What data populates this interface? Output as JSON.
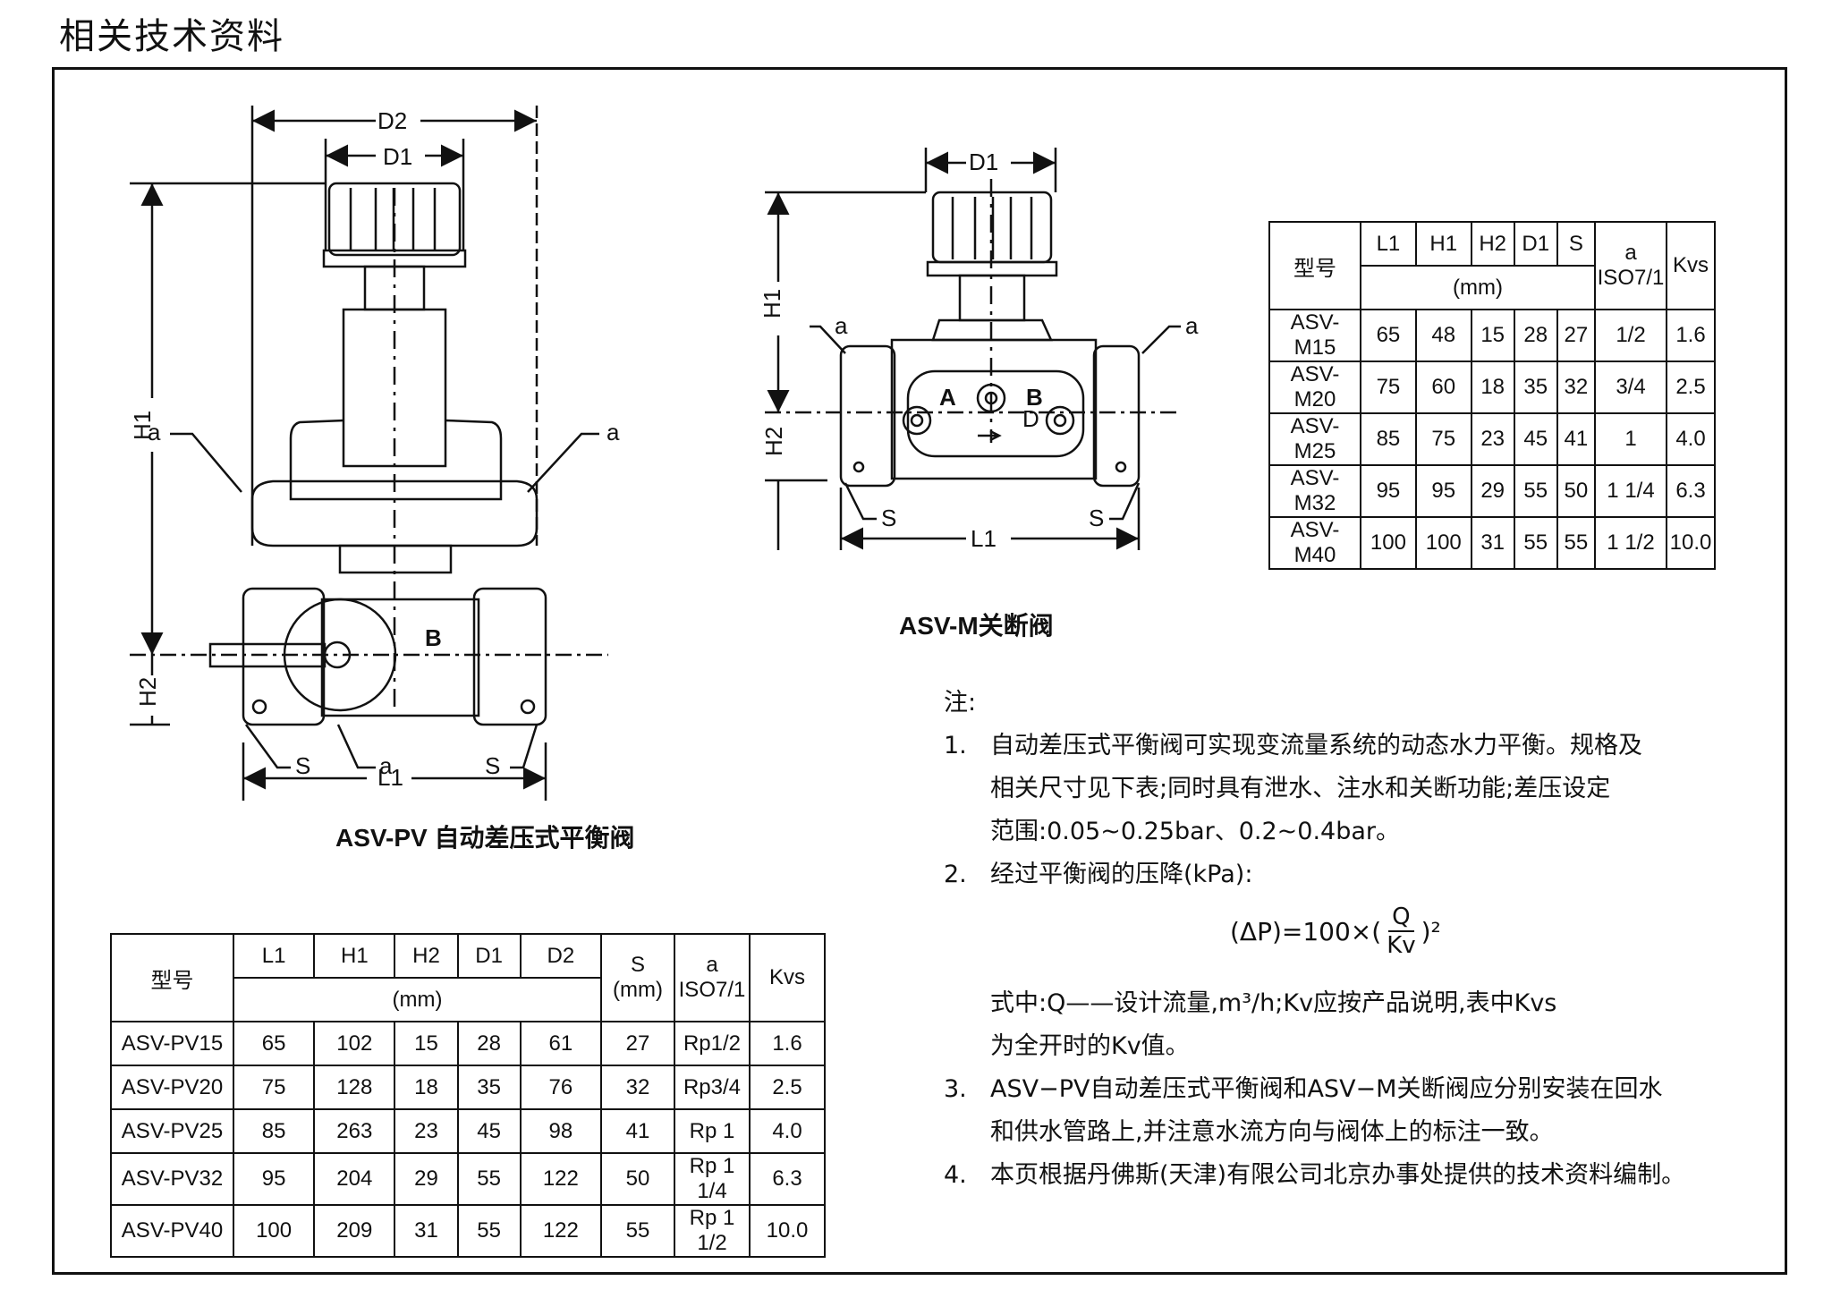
{
  "page": {
    "heading": "相关技术资料"
  },
  "pv": {
    "caption": "ASV-PV 自动差压式平衡阀",
    "dims": {
      "D1": "D1",
      "D2": "D2",
      "H1": "H1",
      "H2": "H2",
      "L1": "L1",
      "a": "a",
      "S": "S",
      "B": "B"
    },
    "table": {
      "h_model": "型号",
      "h_L1": "L1",
      "h_H1": "H1",
      "h_H2": "H2",
      "h_D1": "D1",
      "h_D2": "D2",
      "h_mm": "(mm)",
      "h_S": "S",
      "h_S_mm": "(mm)",
      "h_a": "a",
      "h_iso": "ISO7/1",
      "h_kvs": "Kvs",
      "rows": [
        {
          "model": "ASV-PV15",
          "L1": "65",
          "H1": "102",
          "H2": "15",
          "D1": "28",
          "D2": "61",
          "S": "27",
          "a": "Rp1/2",
          "kvs": "1.6"
        },
        {
          "model": "ASV-PV20",
          "L1": "75",
          "H1": "128",
          "H2": "18",
          "D1": "35",
          "D2": "76",
          "S": "32",
          "a": "Rp3/4",
          "kvs": "2.5"
        },
        {
          "model": "ASV-PV25",
          "L1": "85",
          "H1": "263",
          "H2": "23",
          "D1": "45",
          "D2": "98",
          "S": "41",
          "a": "Rp 1",
          "kvs": "4.0"
        },
        {
          "model": "ASV-PV32",
          "L1": "95",
          "H1": "204",
          "H2": "29",
          "D1": "55",
          "D2": "122",
          "S": "50",
          "a": "Rp 1 1/4",
          "kvs": "6.3"
        },
        {
          "model": "ASV-PV40",
          "L1": "100",
          "H1": "209",
          "H2": "31",
          "D1": "55",
          "D2": "122",
          "S": "55",
          "a": "Rp 1 1/2",
          "kvs": "10.0"
        }
      ]
    }
  },
  "m": {
    "caption": "ASV-M关断阀",
    "dims": {
      "D1": "D1",
      "H1": "H1",
      "H2": "H2",
      "L1": "L1",
      "a": "a",
      "S": "S",
      "A": "A",
      "B": "B",
      "D": "D"
    },
    "table": {
      "h_model": "型号",
      "h_L1": "L1",
      "h_H1": "H1",
      "h_H2": "H2",
      "h_D1": "D1",
      "h_S": "S",
      "h_mm": "(mm)",
      "h_a": "a",
      "h_iso": "ISO7/1",
      "h_kvs": "Kvs",
      "rows": [
        {
          "model": "ASV-M15",
          "L1": "65",
          "H1": "48",
          "H2": "15",
          "D1": "28",
          "S": "27",
          "a": "1/2",
          "kvs": "1.6"
        },
        {
          "model": "ASV-M20",
          "L1": "75",
          "H1": "60",
          "H2": "18",
          "D1": "35",
          "S": "32",
          "a": "3/4",
          "kvs": "2.5"
        },
        {
          "model": "ASV-M25",
          "L1": "85",
          "H1": "75",
          "H2": "23",
          "D1": "45",
          "S": "41",
          "a": "1",
          "kvs": "4.0"
        },
        {
          "model": "ASV-M32",
          "L1": "95",
          "H1": "95",
          "H2": "29",
          "D1": "55",
          "S": "50",
          "a": "1 1/4",
          "kvs": "6.3"
        },
        {
          "model": "ASV-M40",
          "L1": "100",
          "H1": "100",
          "H2": "31",
          "D1": "55",
          "S": "55",
          "a": "1 1/2",
          "kvs": "10.0"
        }
      ]
    }
  },
  "notes": {
    "title": "注:",
    "n1_num": "1.",
    "n1_l1": "自动差压式平衡阀可实现变流量系统的动态水力平衡。规格及",
    "n1_l2": "相关尺寸见下表;同时具有泄水、注水和关断功能;差压设定",
    "n1_l3": "范围:0.05~0.25bar、0.2~0.4bar。",
    "n2_num": "2.",
    "n2_l1": "经过平衡阀的压降(kPa):",
    "formula_lhs": "(ΔP)=100×(",
    "formula_num": "Q",
    "formula_den": "Kv",
    "formula_rhs": ")²",
    "n2_l2": "式中:Q——设计流量,m³/h;Kv应按产品说明,表中Kvs",
    "n2_l3": "为全开时的Kv值。",
    "n3_num": "3.",
    "n3_l1": "ASV−PV自动差压式平衡阀和ASV−M关断阀应分别安装在回水",
    "n3_l2": "和供水管路上,并注意水流方向与阀体上的标注一致。",
    "n4_num": "4.",
    "n4_l1": "本页根据丹佛斯(天津)有限公司北京办事处提供的技术资料编制。"
  }
}
